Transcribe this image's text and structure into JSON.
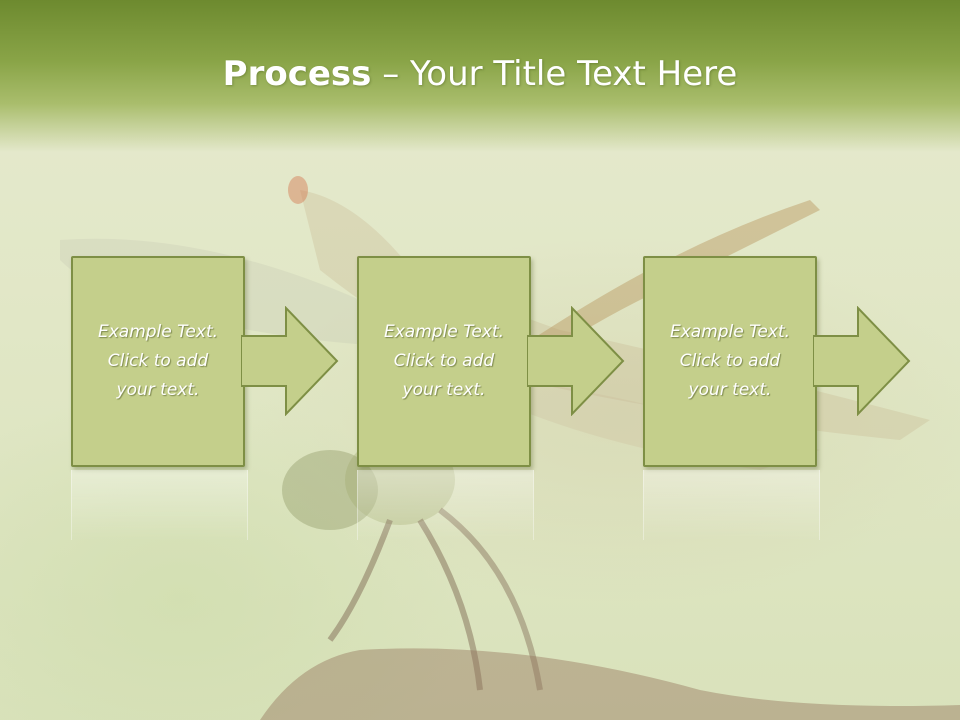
{
  "title": {
    "bold": "Process",
    "separator": " – ",
    "rest": "Your Title Text Here"
  },
  "steps": [
    {
      "label": "Example Text.\nClick  to add\nyour text."
    },
    {
      "label": "Example Text.\nClick  to add\nyour text."
    },
    {
      "label": "Example Text.\nClick  to add\nyour text."
    }
  ],
  "colors": {
    "header_green": "#6d8a2f",
    "box_fill": "#c4cf8b",
    "box_border": "#7e8f45"
  }
}
